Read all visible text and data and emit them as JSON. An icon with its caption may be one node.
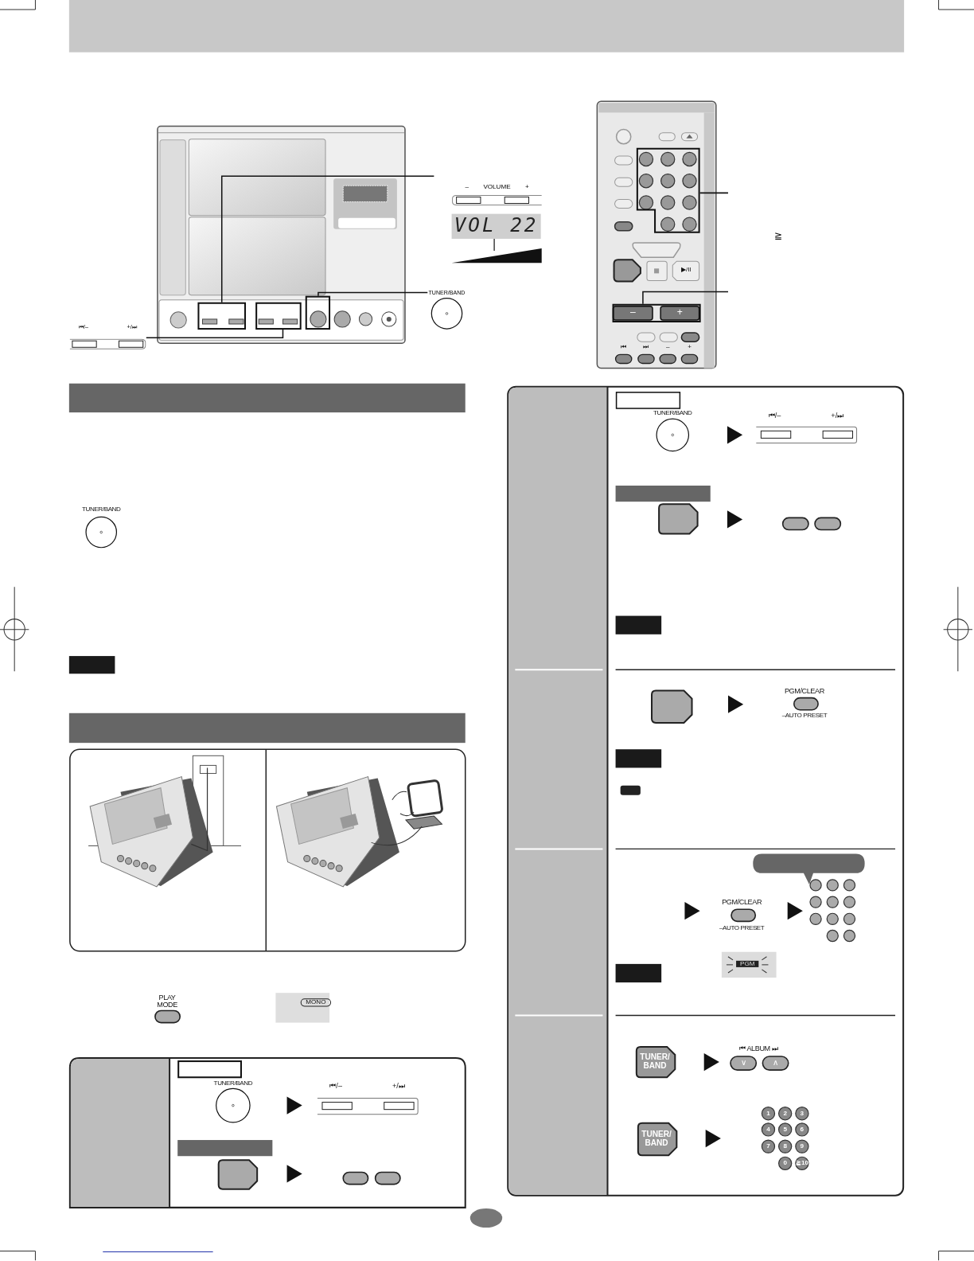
{
  "diagram": {
    "nodes": [
      {
        "text": [],
        "shape": "box"
      },
      {
        "text": [],
        "shape": "box"
      },
      {
        "text": [],
        "shape": "box"
      },
      {
        "text": [
          "– VOLUME +"
        ],
        "beside": [
          "VOL 22"
        ]
      },
      {
        "text": [
          "TUNER/BAND"
        ]
      },
      {
        "text": [
          "⏮/–",
          "+/⏭"
        ]
      },
      {
        "text": [],
        "shape": "box"
      },
      {
        "text": [],
        "shape": "box"
      },
      {
        "text": [],
        "shape": "bar"
      },
      {
        "text": [],
        "shape": "bar"
      },
      {
        "text": [],
        "shape": "bar"
      },
      {
        "text": [],
        "shape": "bar"
      },
      {
        "text": [],
        "shape": "callout"
      }
    ],
    "edges": [
      {
        "from": 0,
        "to": 3,
        "arrow": "none"
      },
      {
        "from": 1,
        "to": 5,
        "arrow": "none"
      },
      {
        "from": 2,
        "to": 4,
        "arrow": "none"
      },
      {
        "from": 6,
        "to": null,
        "arrow": "none"
      },
      {
        "from": 7,
        "to": null,
        "arrow": "none"
      }
    ],
    "labels": [
      "▶/II",
      "–",
      "+",
      "⏮",
      "⏭",
      "–",
      "+",
      "≧",
      "TUNER/BAND",
      "PLAY MODE",
      "MONO",
      "TUNER/BAND",
      "⏮/–",
      "+/⏭",
      "TUNER/BAND",
      "⏮/–",
      "+/⏭",
      "PGM/CLEAR",
      "–AUTO PRESET",
      "PGM/CLEAR",
      "–AUTO PRESET",
      "PGM",
      "TUNER/ BAND",
      "⏮ ALBUM ⏭",
      "∨",
      "∧",
      "TUNER/ BAND",
      "1",
      "2",
      "3",
      "4",
      "5",
      "6",
      "7",
      "8",
      "9",
      "0",
      "≧10"
    ]
  }
}
